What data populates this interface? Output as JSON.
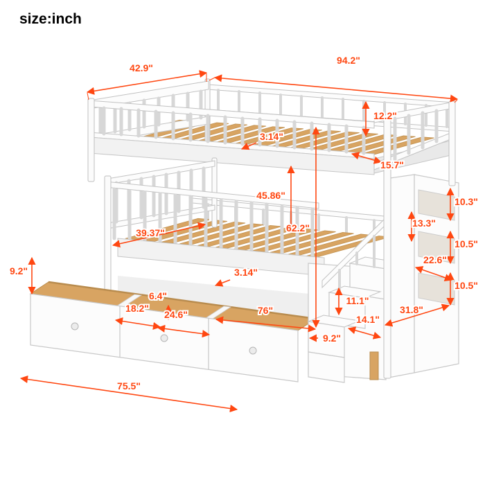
{
  "meta": {
    "title": "size:inch"
  },
  "colors": {
    "dimension_accent": "#ff4711",
    "wood": "#d8a462",
    "frame_white": "#fcfcfc",
    "frame_outline": "#c2c2c2"
  },
  "dims": {
    "headboard_width": "42.9\"",
    "total_length": "94.2\"",
    "guardrail_height": "12.2\"",
    "top_slat_gap": "3.14\"",
    "top_rail_section": "15.7\"",
    "bunk_clearance": "45.86\"",
    "total_height": "62.2\"",
    "shelf_top": "10.3\"",
    "stair_riser_upper": "13.3\"",
    "shelf_middle": "10.5\"",
    "stair_width": "22.6\"",
    "shelf_bottom": "10.5\"",
    "lower_bed_width": "39.37\"",
    "bottom_slat_gap": "3.14\"",
    "drawer_height": "9.2\"",
    "drawer_divider": "6.4\"",
    "drawer_inner_width": "18.2\"",
    "drawer_depth": "24.6\"",
    "lower_bed_length": "76\"",
    "step_riser": "11.1\"",
    "step_tread": "14.1\"",
    "stair_base": "9.2\"",
    "storage_depth": "31.8\"",
    "drawer_unit_length": "75.5\""
  }
}
